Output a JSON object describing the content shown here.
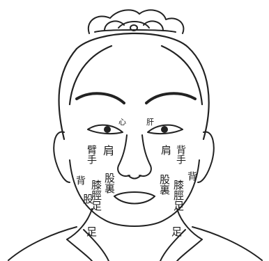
{
  "labels": {
    "right_shoulder": "肩",
    "right_arm": "臂手",
    "right_thigh_back": "股裏",
    "right_knee_shin": "膝脛足",
    "right_back": "背",
    "right_thigh": "股",
    "right_hand": "手",
    "left_shoulder": "肩",
    "left_arm": "背手",
    "left_thigh_back": "股裏",
    "left_knee_shin": "膝脛足",
    "left_back": "背",
    "left_shoulder2": "股",
    "left_hand": "手",
    "right_eye_mark": "心",
    "left_eye_mark": "肝",
    "right_cheek_bottom": "足",
    "left_cheek_bottom": "足"
  }
}
